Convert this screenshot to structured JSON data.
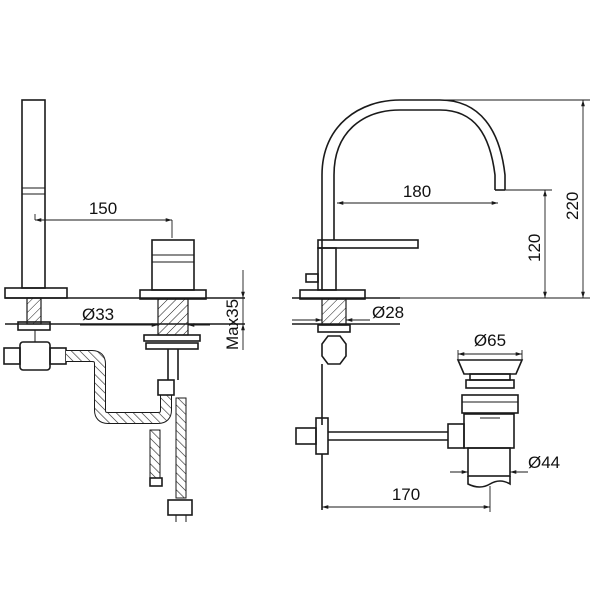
{
  "dimensions": {
    "spout_spacing": "150",
    "hole_diameter_left": "Ø33",
    "deck_thickness_max": "Max35",
    "spout_reach": "180",
    "spout_height_outlet": "120",
    "spout_total_height": "220",
    "hole_diameter_right": "Ø28",
    "waste_top_diameter": "Ø65",
    "waste_body_diameter": "Ø44",
    "rod_length": "170"
  }
}
